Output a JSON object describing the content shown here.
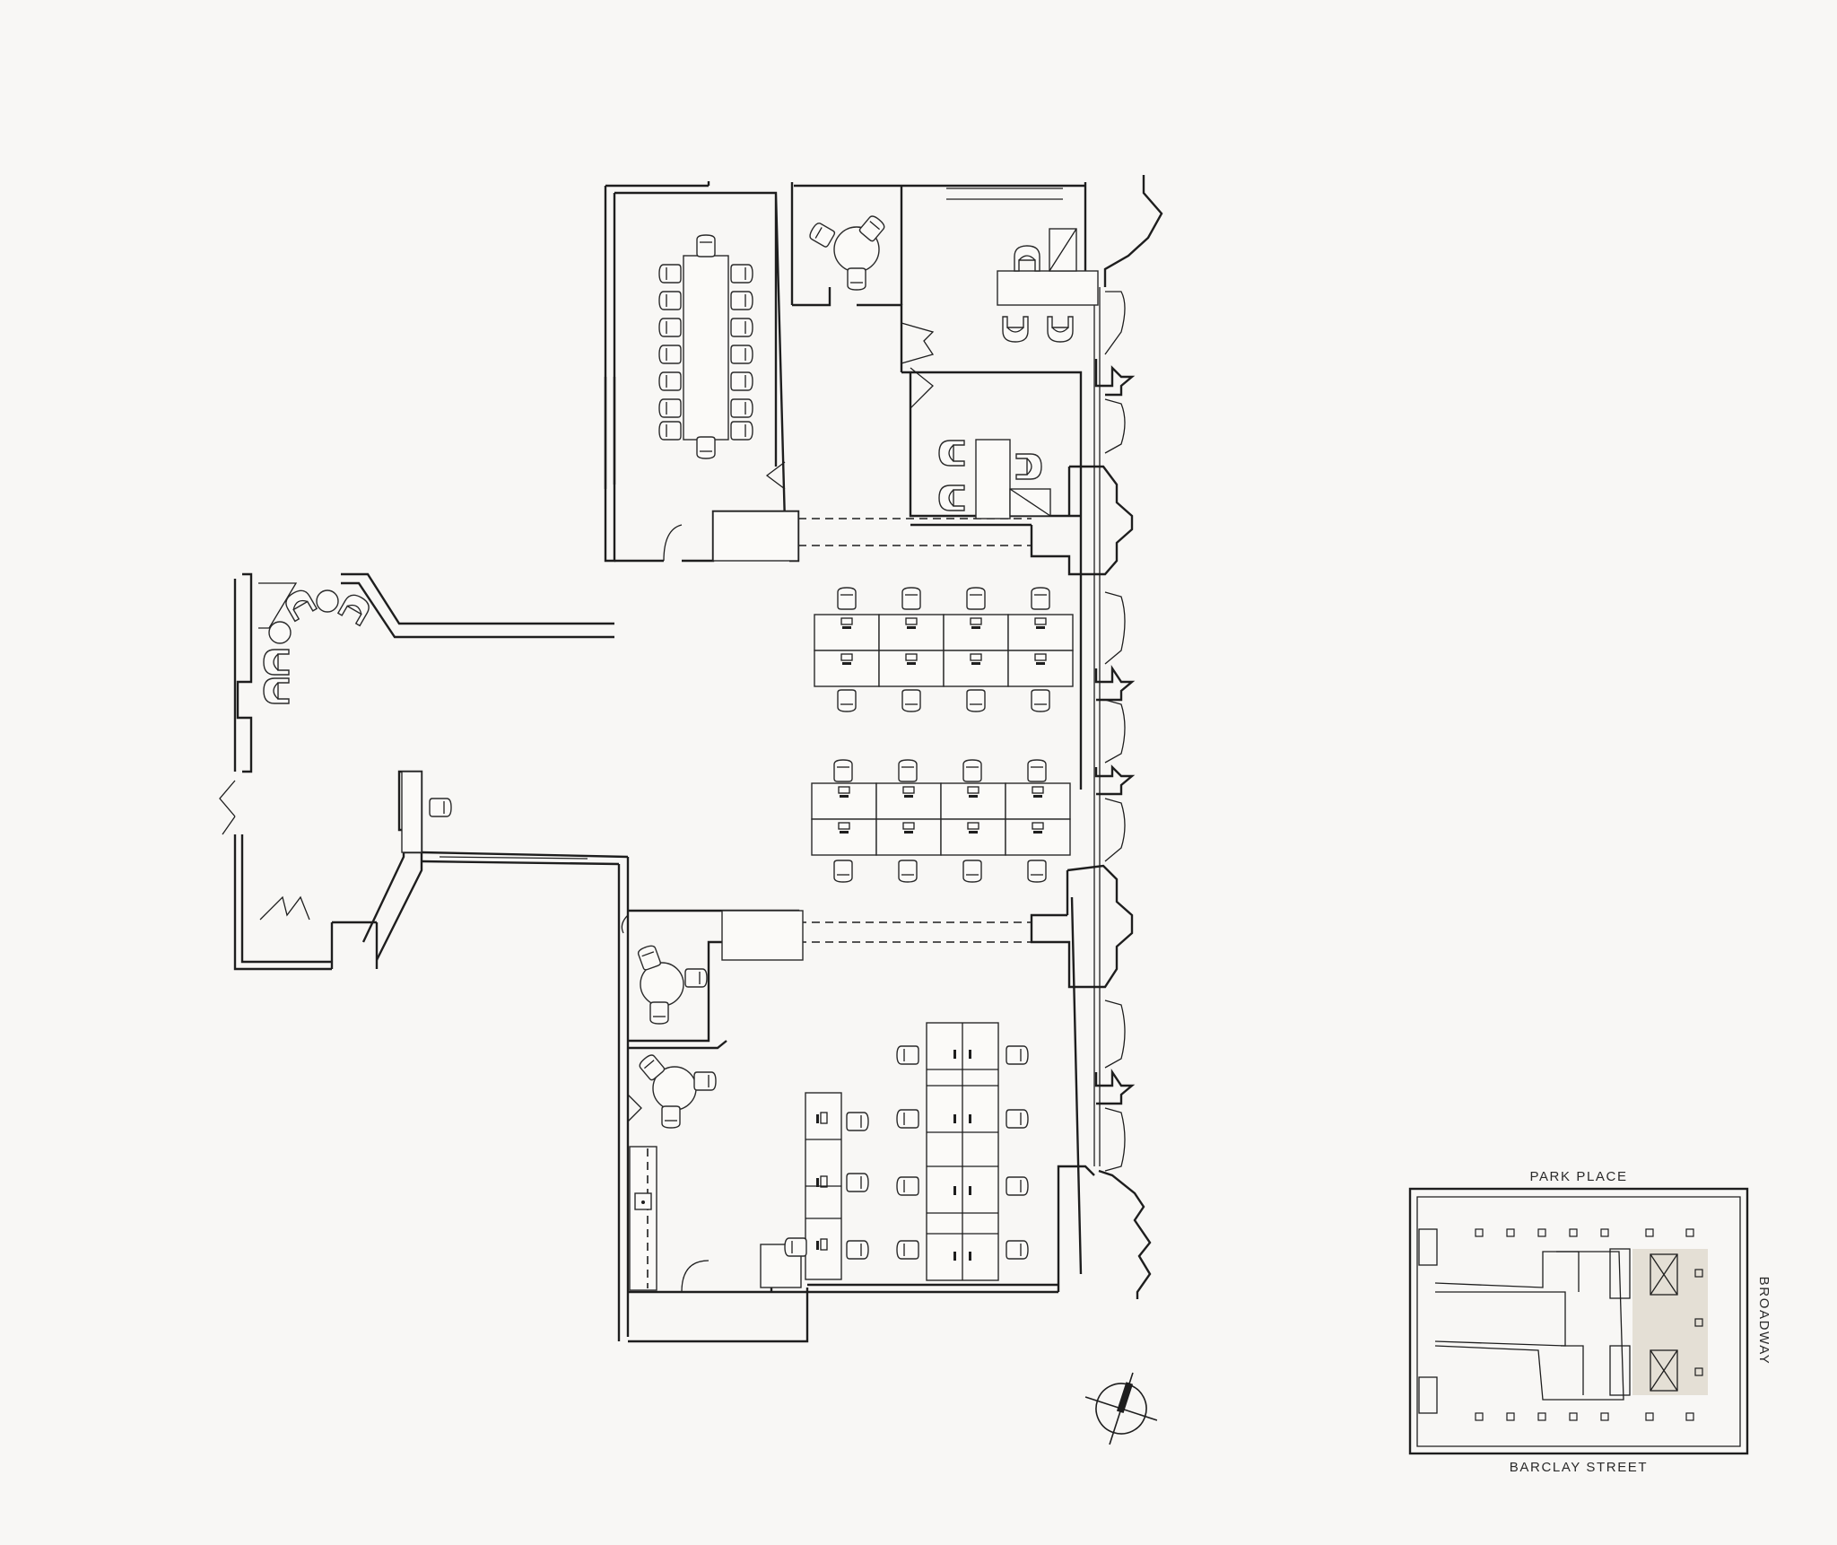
{
  "key_plan": {
    "streets": {
      "north": "PARK PLACE",
      "south": "BARCLAY STREET",
      "east": "BROADWAY"
    },
    "highlight_color": "#e4dfd5"
  },
  "colors": {
    "background": "#f8f7f5",
    "line": "#1e1e1e"
  },
  "icons": [
    "north-arrow-icon"
  ]
}
